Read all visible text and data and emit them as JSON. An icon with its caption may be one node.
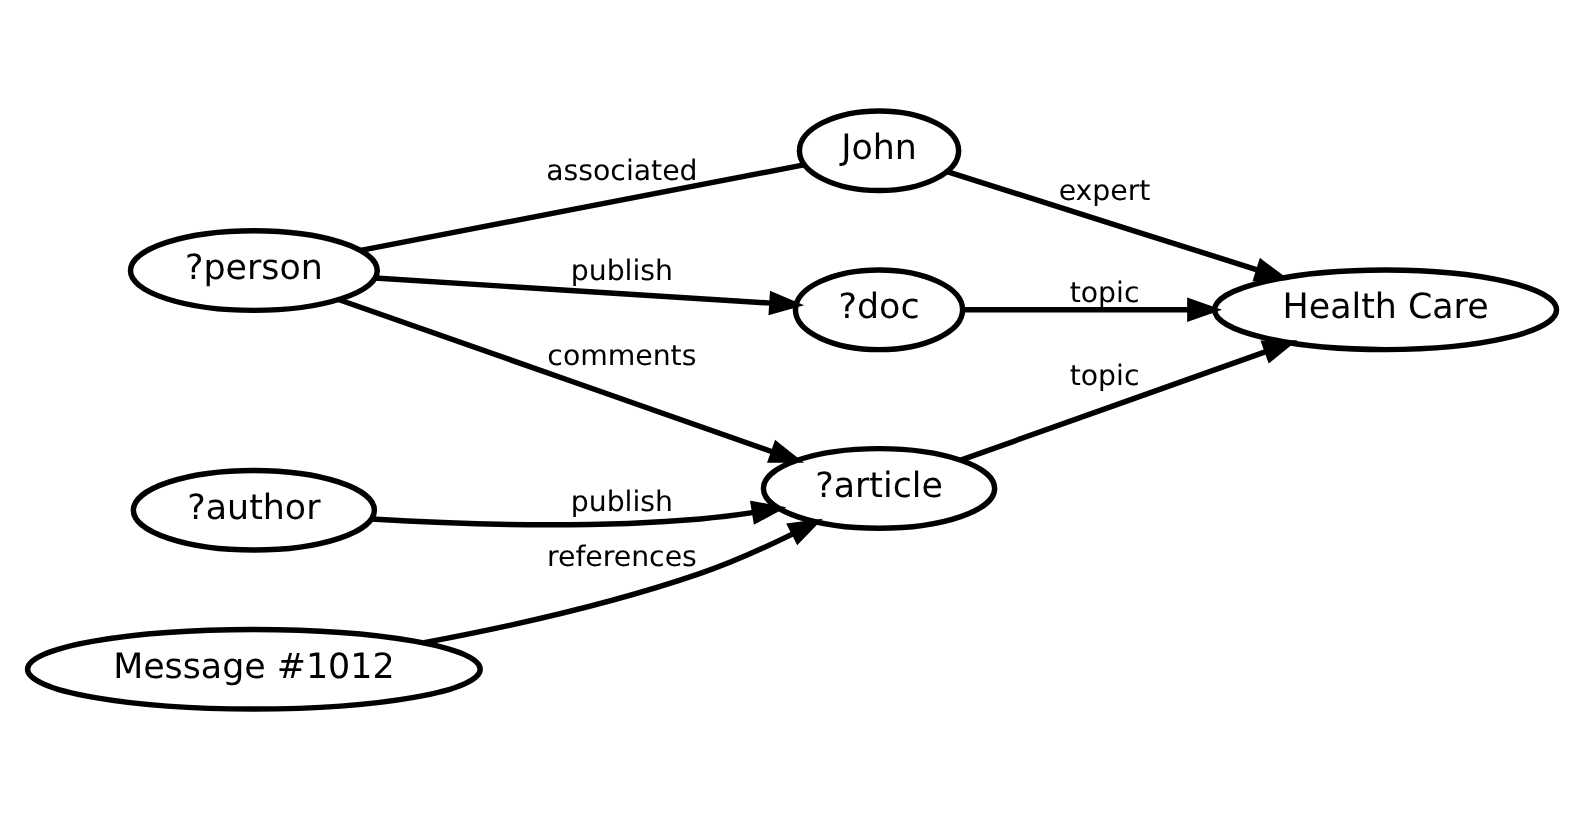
{
  "diagram": {
    "nodes": [
      {
        "text": [
          "?person"
        ]
      },
      {
        "text": [
          "?doc"
        ]
      },
      {
        "text": [
          "?author"
        ]
      },
      {
        "text": [
          "?article"
        ]
      },
      {
        "text": [
          "Health Care"
        ]
      },
      {
        "text": [
          "Message #1012"
        ]
      },
      {
        "text": [
          "John"
        ]
      }
    ],
    "edges": [
      {
        "from": 0,
        "to": 1,
        "arrow": "to",
        "label": "publish"
      },
      {
        "from": 0,
        "to": 3,
        "arrow": "to",
        "label": "comments"
      },
      {
        "from": 1,
        "to": 4,
        "arrow": "to",
        "label": "topic"
      },
      {
        "from": 2,
        "to": 3,
        "arrow": "to",
        "label": "publish"
      },
      {
        "from": 3,
        "to": 4,
        "arrow": "to",
        "label": "topic"
      },
      {
        "from": 5,
        "to": 3,
        "arrow": "to",
        "label": "references"
      },
      {
        "from": 6,
        "to": 4,
        "arrow": "to",
        "label": "expert"
      },
      {
        "from": 0,
        "to": 6,
        "arrow": "none",
        "label": "associated"
      }
    ]
  }
}
